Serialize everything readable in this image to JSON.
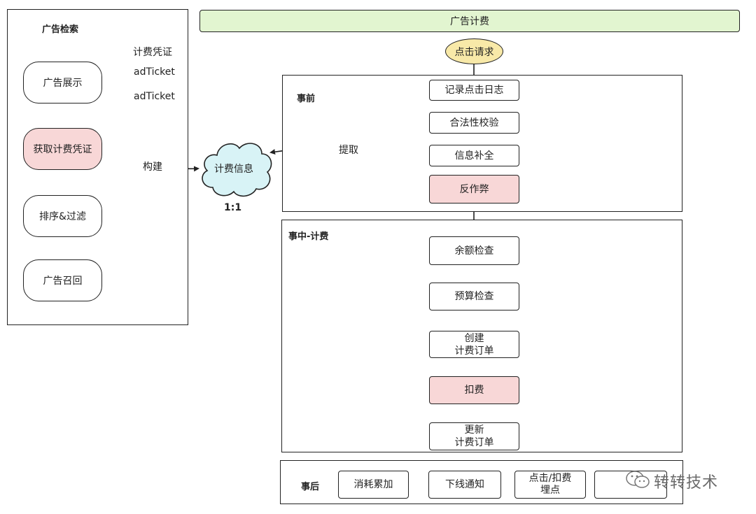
{
  "left_panel": {
    "title": "广告检索",
    "nodes": {
      "display": "广告展示",
      "get_voucher": "获取计费凭证",
      "sort_filter": "排序&过滤",
      "recall": "广告召回"
    },
    "voucher_notes": [
      "计费凭证",
      "adTicket",
      "adTicket"
    ]
  },
  "cloud": {
    "label": "计费信息",
    "ratio": "1:1"
  },
  "edge_labels": {
    "build": "构建",
    "extract": "提取"
  },
  "header": {
    "title": "广告计费"
  },
  "start": {
    "label": "点击请求"
  },
  "pre": {
    "title": "事前",
    "steps": [
      "记录点击日志",
      "合法性校验",
      "信息补全",
      "反作弊"
    ]
  },
  "mid": {
    "title": "事中-计费",
    "steps": [
      "余额检查",
      "预算检查",
      "创建\n计费订单",
      "扣费",
      "更新\n计费订单"
    ]
  },
  "post": {
    "title": "事后",
    "steps": [
      "消耗累加",
      "下线通知",
      "点击/扣费\n埋点",
      ""
    ]
  },
  "watermark": {
    "text": "转转技术"
  },
  "colors": {
    "header_fill": "#e2f5d0",
    "start_fill": "#f8e9a8",
    "cloud_fill": "#d8f3f6",
    "pink_fill": "#f8d7d7"
  }
}
